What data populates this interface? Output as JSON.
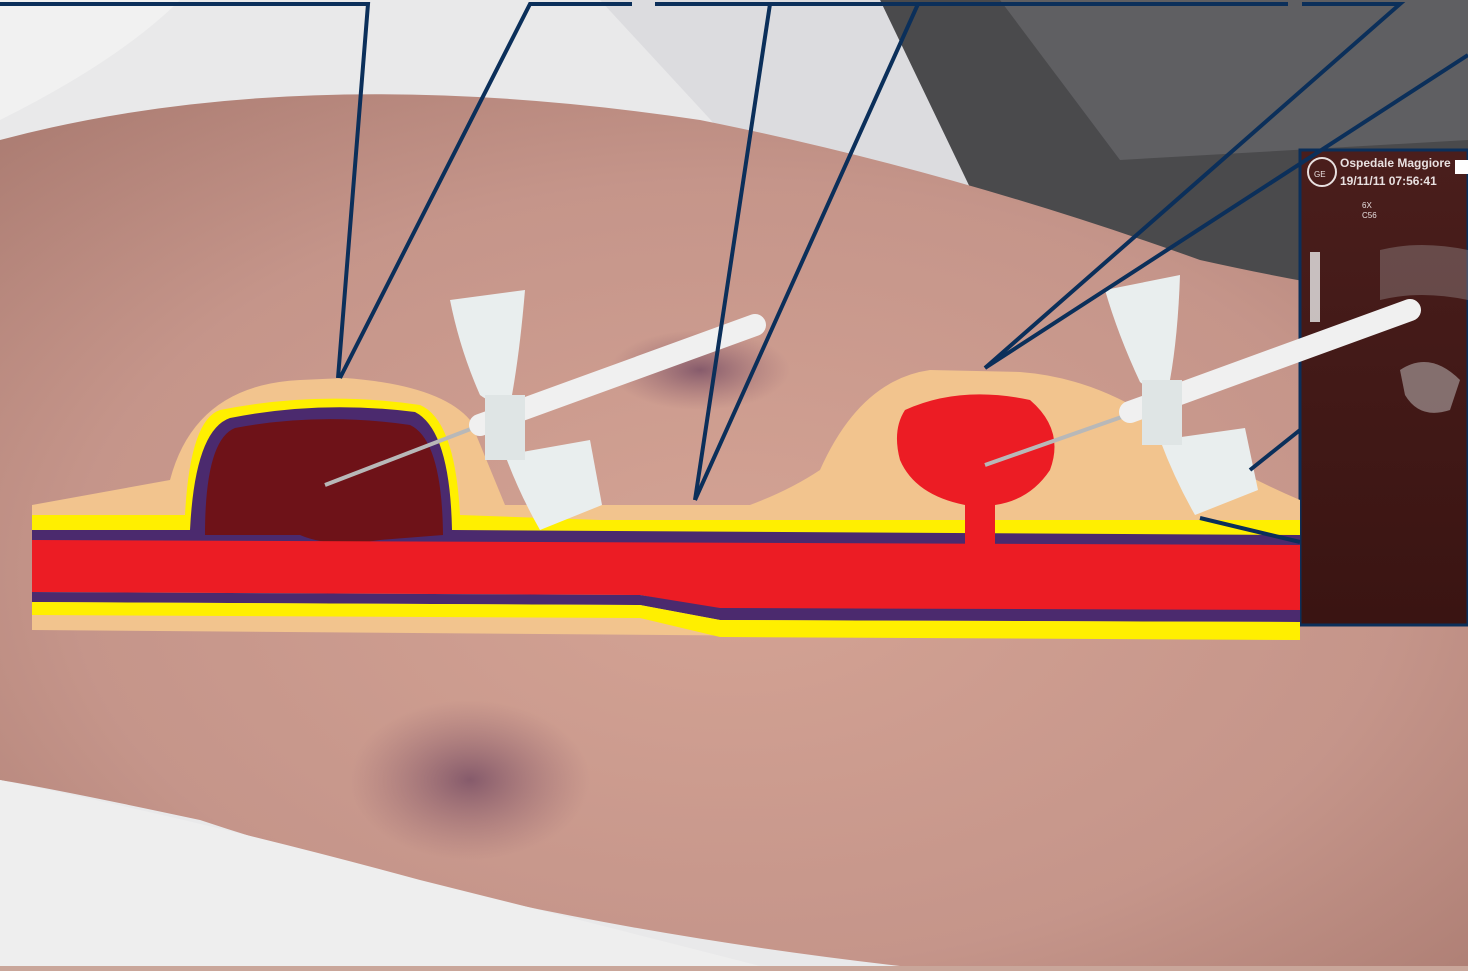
{
  "ultrasound": {
    "hospital": "Ospedale Maggiore",
    "timestamp": "19/11/11 07:56:41",
    "settings": [
      "6X",
      "C56"
    ],
    "logo": "GE"
  },
  "colors": {
    "skin": "#c89a8a",
    "subcutis": "#f2c48e",
    "vessel_blood": "#ec1c24",
    "hematoma": "#6e1218",
    "vessel_wall": "#4b2a6e",
    "fat_layer": "#ffef00",
    "callout_line": "#0b2f5a",
    "ultrasound_bg": "#3c1614"
  },
  "icons": [
    "butterfly-needle-icon",
    "ge-logo-icon"
  ]
}
